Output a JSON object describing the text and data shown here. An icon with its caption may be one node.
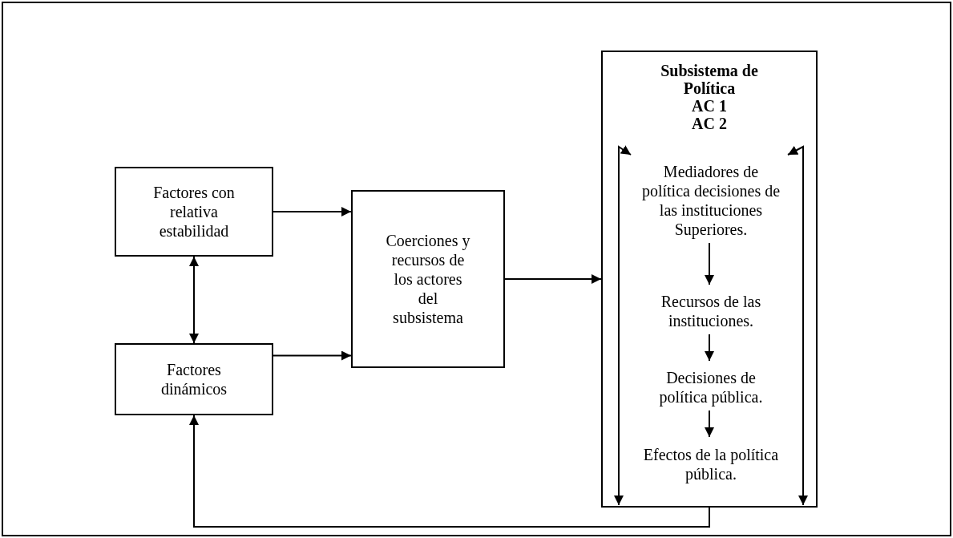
{
  "diagram": {
    "nodes": [
      {
        "text": [
          "Factores con relativa estabilidad"
        ]
      },
      {
        "text": [
          "Factores dinámicos"
        ]
      },
      {
        "text": [
          "Coerciones y recursos de los actores del subsistema"
        ]
      },
      {
        "text": [
          "Subsistema de Política",
          "AC 1",
          "AC 2"
        ]
      },
      {
        "text": [
          "Mediadores de política decisiones de las instituciones Superiores."
        ],
        "in": 3
      },
      {
        "text": [
          "Recursos de las instituciones."
        ],
        "in": 3
      },
      {
        "text": [
          "Decisiones de política pública."
        ],
        "in": 3
      },
      {
        "text": [
          "Efectos de la política pública."
        ],
        "in": 3
      }
    ],
    "edges": [
      {
        "from": 0,
        "to": 2,
        "arrow": "to"
      },
      {
        "from": 0,
        "to": 1,
        "arrow": "both"
      },
      {
        "from": 1,
        "to": 2,
        "arrow": "to"
      },
      {
        "from": 2,
        "to": 3,
        "arrow": "to"
      },
      {
        "from": 3,
        "to": 1,
        "arrow": "to"
      },
      {
        "from": null,
        "to": 4,
        "arrow": "both"
      },
      {
        "from": null,
        "to": 4,
        "arrow": "both"
      },
      {
        "from": 4,
        "to": 5,
        "arrow": "to"
      },
      {
        "from": 5,
        "to": 6,
        "arrow": "to"
      },
      {
        "from": 6,
        "to": 7,
        "arrow": "to"
      }
    ]
  }
}
